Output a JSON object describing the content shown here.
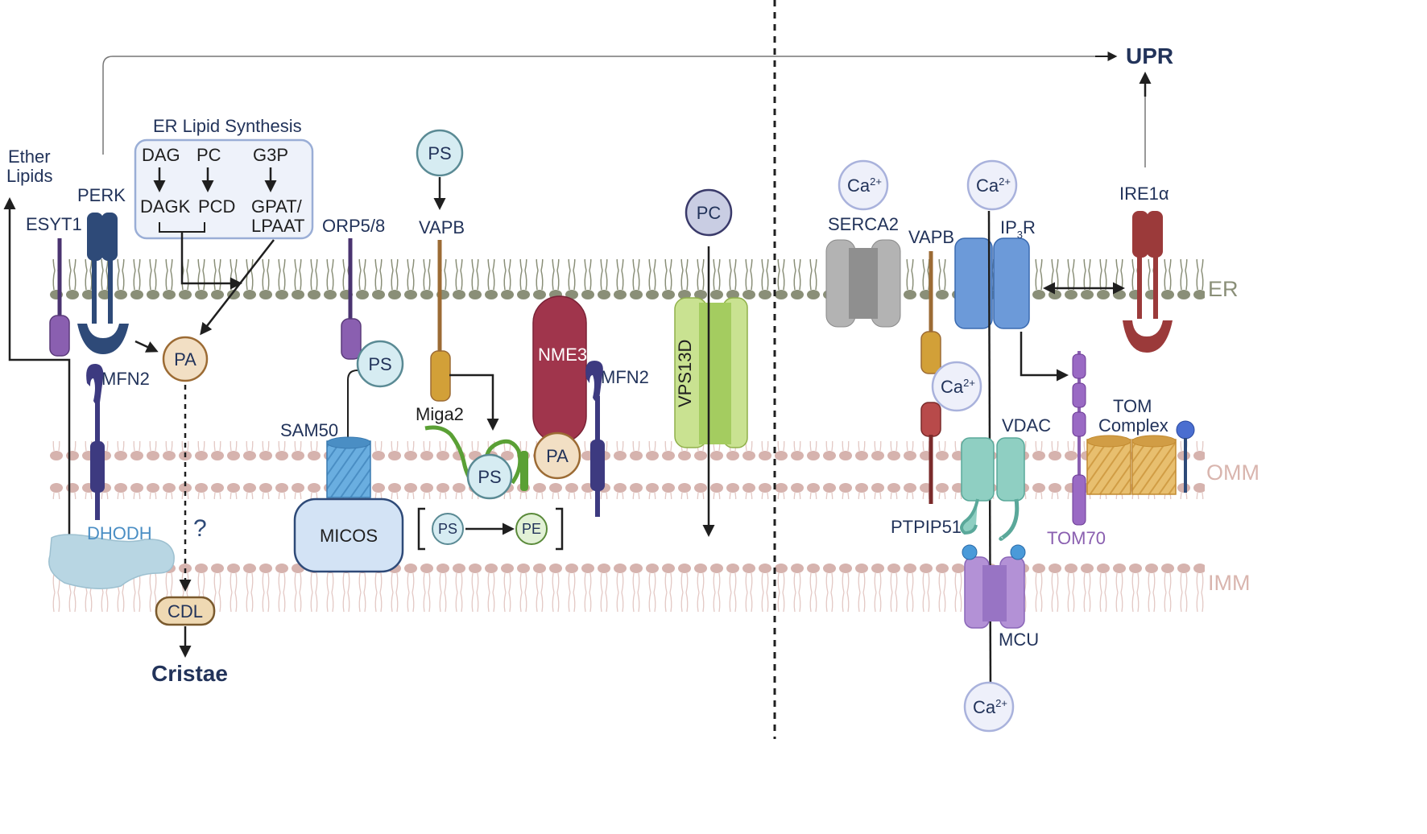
{
  "colors": {
    "er_membrane": "#8a8f78",
    "omm_membrane": "#d6b3ae",
    "imm_membrane": "#d6b3ae",
    "ire1": "#9b3a3a",
    "perk": "#2e4a78",
    "ip3r": "#6c9ad9",
    "nme3": "#a0354c",
    "vps13d": "#c9e291",
    "serca2": "#a6a6a6",
    "vdac": "#8fcfc2",
    "mcu": "#b391d6",
    "tom_complex": "#e6b96a",
    "micos": "#d3e3f5",
    "dhodh": "#b8d6e3",
    "lipid_circle": "#f2dfc4",
    "ps_circle": "#d6ecf2"
  },
  "labels": {
    "upr": "UPR",
    "ether_lipids_1": "Ether",
    "ether_lipids_2": "Lipids",
    "perk": "PERK",
    "esyt1": "ESYT1",
    "er_lipid_synthesis": "ER Lipid Synthesis",
    "dag": "DAG",
    "pc_top": "PC",
    "g3p": "G3P",
    "dagk": "DAGK",
    "pcd": "PCD",
    "gpat": "GPAT/",
    "lpaat": "LPAAT",
    "orp58": "ORP5/8",
    "vapb_left": "VAPB",
    "ps_top": "PS",
    "pc_circle": "PC",
    "serca2": "SERCA2",
    "vapb_right": "VAPB",
    "ip3r_main": "IP",
    "ip3r_sub": "3",
    "ip3r_end": "R",
    "ire1a": "IRE1α",
    "ca_base": "Ca",
    "ca_sup": "2+",
    "er": "ER",
    "omm": "OMM",
    "imm": "IMM",
    "pa_left": "PA",
    "mfn2_left": "MFN2",
    "ps_orp": "PS",
    "sam50": "SAM50",
    "miga2": "Miga2",
    "nme3": "NME3",
    "mfn2_right": "MFN2",
    "vps13d": "VPS13D",
    "ps_miga": "PS",
    "pa_nme3": "PA",
    "micos": "MICOS",
    "ps_small": "PS",
    "pe_small": "PE",
    "question": "?",
    "dhodh": "DHODH",
    "cdl": "CDL",
    "cristae": "Cristae",
    "vdac": "VDAC",
    "tom_1": "TOM",
    "tom_2": "Complex",
    "ptpip51": "PTPIP51",
    "tom70": "TOM70",
    "mcu": "MCU"
  }
}
